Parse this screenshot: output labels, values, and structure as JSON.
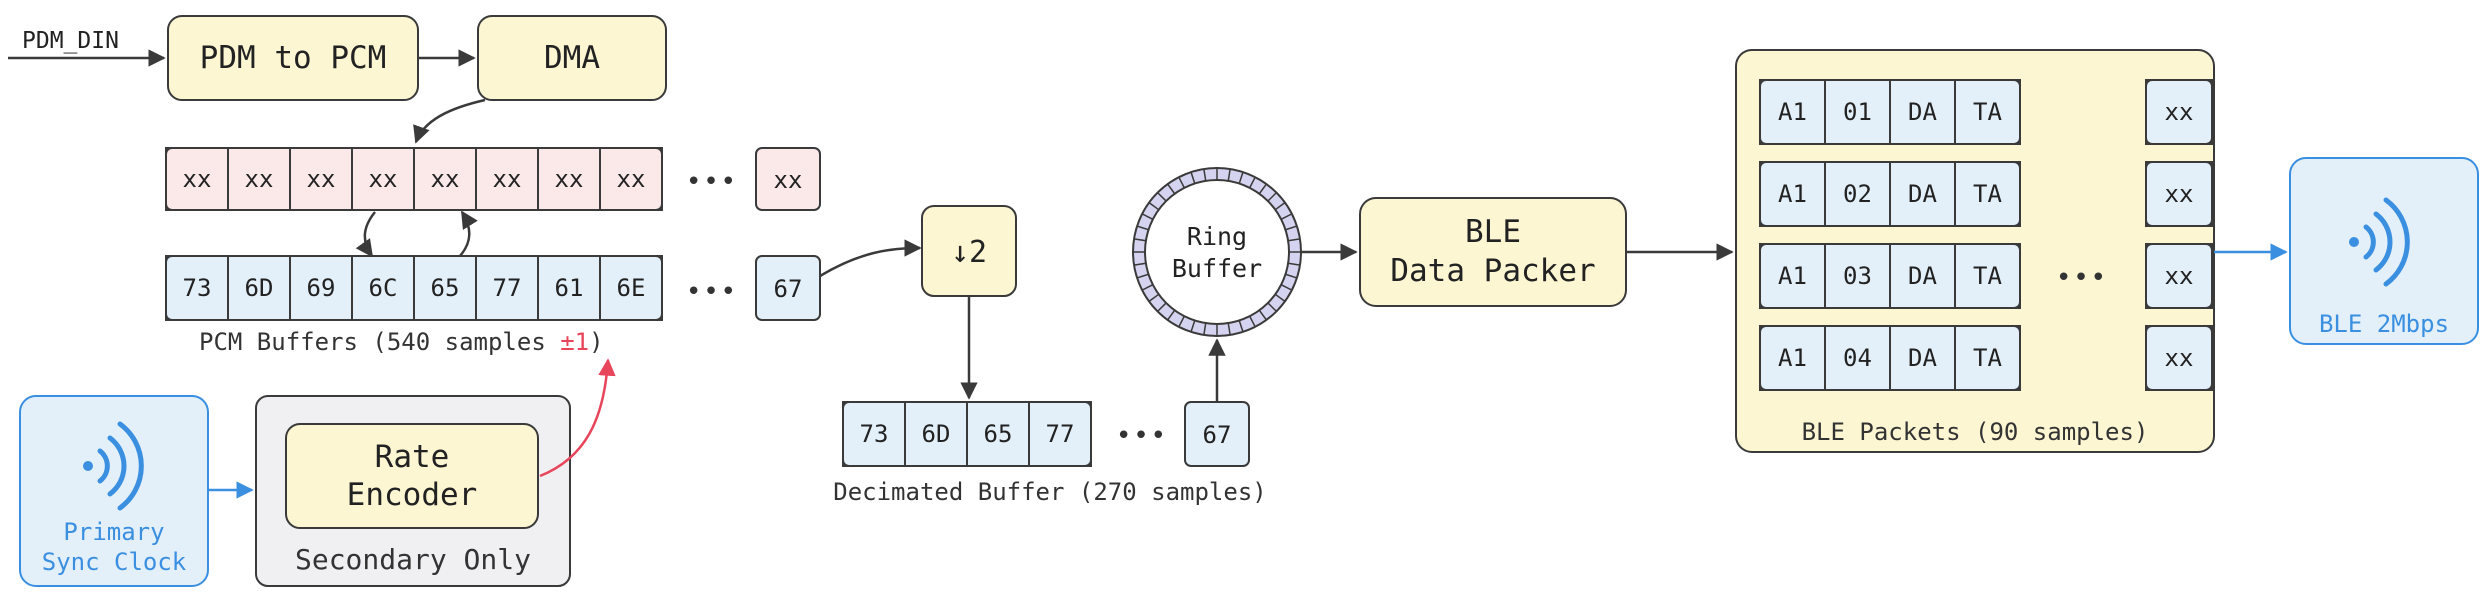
{
  "input_signal": "PDM_DIN",
  "blocks": {
    "pdm_to_pcm": "PDM to PCM",
    "dma": "DMA",
    "decimator": "↓2",
    "ring_buffer": [
      "Ring",
      "Buffer"
    ],
    "ble_packer": [
      "BLE",
      "Data Packer"
    ],
    "rate_encoder": [
      "Rate",
      "Encoder"
    ],
    "secondary_only": "Secondary Only",
    "primary_sync_clock": [
      "Primary",
      "Sync Clock"
    ],
    "ble_2mbps": "BLE 2Mbps"
  },
  "upper_buffer": {
    "cells": [
      "xx",
      "xx",
      "xx",
      "xx",
      "xx",
      "xx",
      "xx",
      "xx"
    ],
    "last": "xx"
  },
  "pcm_buffer": {
    "cells": [
      "73",
      "6D",
      "69",
      "6C",
      "65",
      "77",
      "61",
      "6E"
    ],
    "last": "67",
    "caption": "PCM Buffers (540 samples ",
    "caption_highlight": "±1",
    "caption_end": ")"
  },
  "decimated_buffer": {
    "cells": [
      "73",
      "6D",
      "65",
      "77"
    ],
    "last": "67",
    "caption": "Decimated Buffer (270 samples)"
  },
  "ble_packets": {
    "rows": [
      [
        "A1",
        "01",
        "DA",
        "TA"
      ],
      [
        "A1",
        "02",
        "DA",
        "TA"
      ],
      [
        "A1",
        "03",
        "DA",
        "TA"
      ],
      [
        "A1",
        "04",
        "DA",
        "TA"
      ]
    ],
    "last": [
      "xx",
      "xx",
      "xx",
      "xx"
    ],
    "caption": "BLE Packets (90 samples)"
  },
  "ellipsis": "•••",
  "colors": {
    "stroke": "#3a3a3a",
    "yellow_fill": "#fdf6d2",
    "pink_fill": "#fbe8e8",
    "blue_fill": "#e3f0fa",
    "gray_fill": "#f0eff2",
    "ring_fill": "#d4d4f0",
    "accent_blue": "#3a8fe0",
    "accent_red": "#e8445a"
  }
}
